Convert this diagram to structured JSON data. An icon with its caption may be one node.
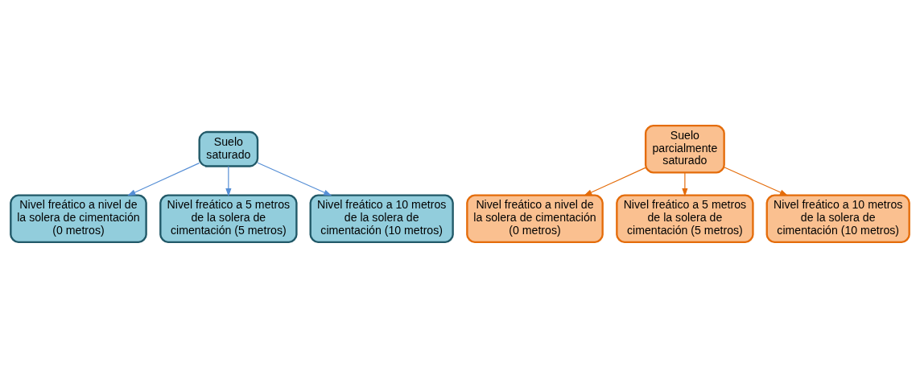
{
  "diagram": {
    "nodes": [
      {
        "text": [
          "Suelo saturado"
        ]
      },
      {
        "text": [
          "Nivel freático a nivel de la solera de cimentación (0 metros)"
        ]
      },
      {
        "text": [
          "Nivel freático a 5 metros de la solera de cimentación (5 metros)"
        ]
      },
      {
        "text": [
          "Nivel freático a 10 metros de la solera de cimentación (10 metros)"
        ]
      },
      {
        "text": [
          "Suelo parcialmente saturado"
        ]
      },
      {
        "text": [
          "Nivel freático a nivel de la solera de cimentación (0 metros)"
        ]
      },
      {
        "text": [
          "Nivel freático a 5 metros de la solera de cimentación (5 metros)"
        ]
      },
      {
        "text": [
          "Nivel freático a 10 metros de la solera de cimentación (10 metros)"
        ]
      }
    ],
    "edges": [
      {
        "from": 0,
        "to": 1,
        "arrow": "to",
        "color": "#558ed5"
      },
      {
        "from": 0,
        "to": 2,
        "arrow": "to",
        "color": "#558ed5"
      },
      {
        "from": 0,
        "to": 3,
        "arrow": "to",
        "color": "#558ed5"
      },
      {
        "from": 4,
        "to": 5,
        "arrow": "to",
        "color": "#e46c0a"
      },
      {
        "from": 4,
        "to": 6,
        "arrow": "to",
        "color": "#e46c0a"
      },
      {
        "from": 4,
        "to": 7,
        "arrow": "to",
        "color": "#e46c0a"
      }
    ]
  }
}
